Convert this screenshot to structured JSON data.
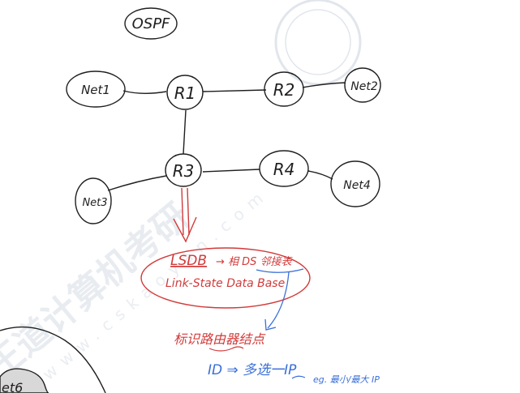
{
  "title": "OSPF",
  "nodes": {
    "net1": "Net1",
    "r1": "R1",
    "r2": "R2",
    "net2": "Net2",
    "r3": "R3",
    "r4": "R4",
    "net3": "Net3",
    "net4": "Net4"
  },
  "notes": {
    "lsdb": "LSDB",
    "arrow_note": "→ 相 DS 邻接表",
    "lsdb_full": "Link-State Data Base",
    "router_id_label": "标识路由器结点",
    "id_text": "ID ⇒ 多选一IP",
    "id_eg": "eg. 最小/最大 IP"
  },
  "watermark": {
    "text": "王道计算机考研",
    "url": "www.cskaoyan.com"
  },
  "colors": {
    "ink": "#1f1f1f",
    "red": "#d23a3a",
    "blue": "#3a6fd8",
    "watermark": "#cfd6df"
  }
}
